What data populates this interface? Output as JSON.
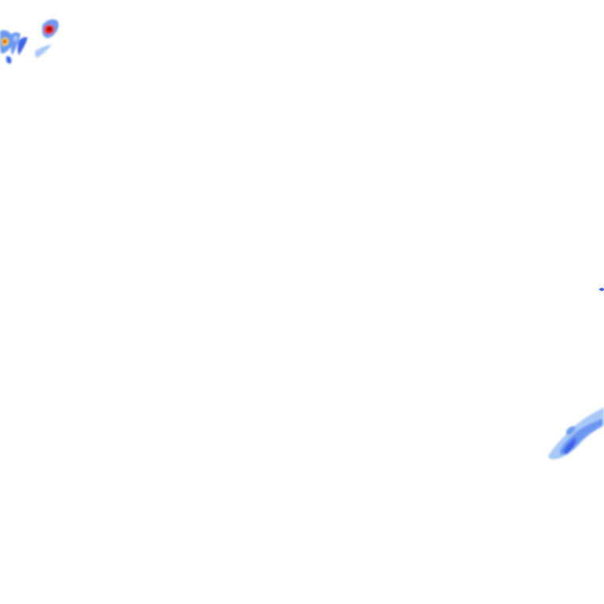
{
  "tile": {
    "kind": "precipitation-radar-overlay",
    "background": "#ffffff"
  },
  "legend_colors": {
    "light": "#a8c8f8",
    "moderate": "#6c98f0",
    "medium": "#3c64e8",
    "strong": "#1e3cd8",
    "heavy": "#f0d000",
    "intense": "#e83010",
    "extreme": "#a00010"
  },
  "precipitation_cells": [
    {
      "cell": "nw-a",
      "intensity": "moderate"
    },
    {
      "cell": "nw-a-core",
      "intensity": "heavy"
    },
    {
      "cell": "nw-a-peak",
      "intensity": "intense"
    },
    {
      "cell": "nw-b",
      "intensity": "moderate"
    },
    {
      "cell": "nw-b-core",
      "intensity": "light"
    },
    {
      "cell": "nw-c",
      "intensity": "medium"
    },
    {
      "cell": "nw-d",
      "intensity": "moderate"
    },
    {
      "cell": "nw-d-core",
      "intensity": "intense"
    },
    {
      "cell": "nw-d-peak",
      "intensity": "extreme"
    },
    {
      "cell": "nw-e",
      "intensity": "light"
    },
    {
      "cell": "nw-f",
      "intensity": "medium"
    },
    {
      "cell": "e-speck",
      "intensity": "medium"
    },
    {
      "cell": "se-band",
      "intensity": "light"
    },
    {
      "cell": "se-band-core",
      "intensity": "moderate"
    },
    {
      "cell": "se-band-peak",
      "intensity": "medium"
    }
  ]
}
